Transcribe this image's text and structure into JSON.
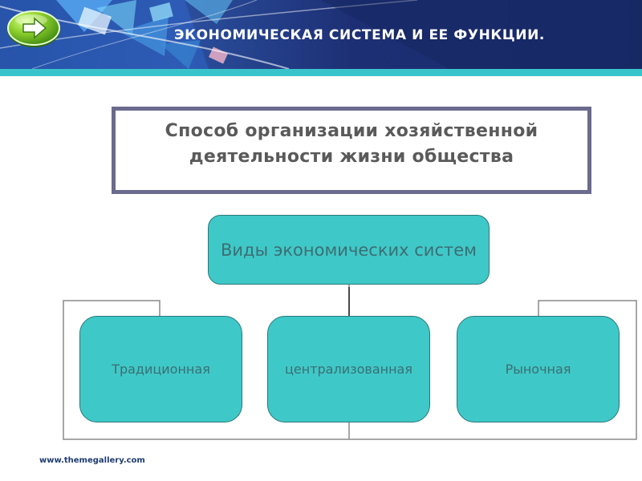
{
  "header": {
    "title": "ЭКОНОМИЧЕСКАЯ СИСТЕМА  И ЕЕ ФУНКЦИИ."
  },
  "definition": {
    "text": "Способ организации хозяйственной\nдеятельности жизни общества"
  },
  "diagram": {
    "root": "Виды экономических систем",
    "children": [
      "Традиционная",
      "централизованная",
      "Рыночная"
    ]
  },
  "footer": {
    "url": "www.themegallery.com"
  },
  "colors": {
    "header_blue": "#1f3f86",
    "teal_bar": "#39c4cc",
    "node_fill": "#3fc8c8",
    "definition_border": "#6b6b8f"
  }
}
